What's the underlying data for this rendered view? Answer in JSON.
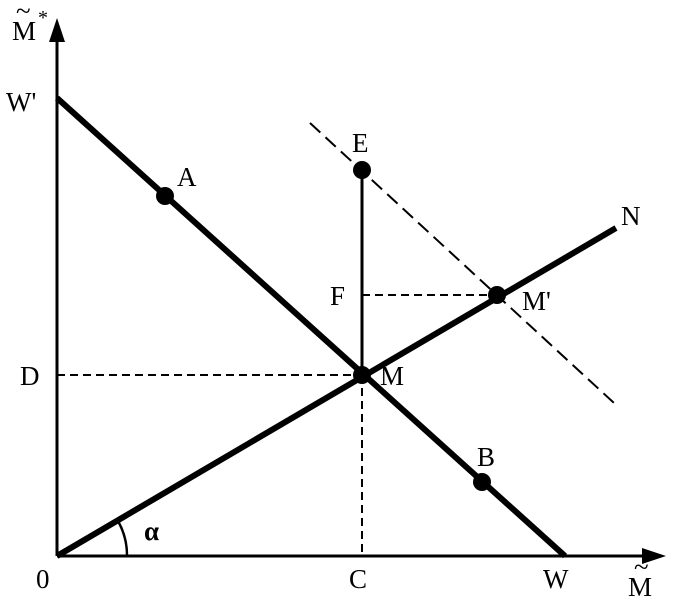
{
  "labels": {
    "y_axis": "M",
    "y_axis_tilde": "~",
    "y_axis_star": "*",
    "x_axis": "M",
    "x_axis_tilde": "~",
    "origin": "0",
    "w_prime": "W'",
    "w": "W",
    "n": "N",
    "e": "E",
    "f": "F",
    "d": "D",
    "c": "C",
    "a": "A",
    "b": "B",
    "m": "M",
    "m_prime": "M'",
    "alpha": "α"
  },
  "colors": {
    "ink": "#000000",
    "background": "#ffffff"
  }
}
